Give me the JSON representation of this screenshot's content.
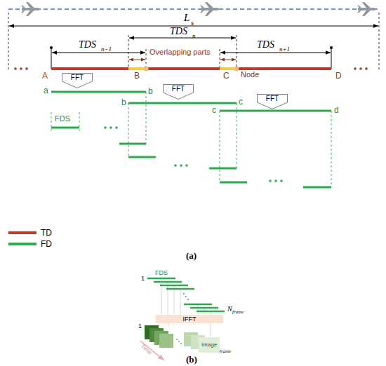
{
  "diagram": {
    "nodes": [
      {
        "text": [
          "FFT"
        ]
      },
      {
        "text": [
          "FFT"
        ]
      },
      {
        "text": [
          "FFT"
        ]
      },
      {
        "text": [
          "IFFT"
        ]
      },
      {
        "text": [
          "Image"
        ]
      }
    ],
    "labels": [
      "L",
      "s",
      "TDS",
      "n−1",
      "TDS",
      "n",
      "Overlapping parts",
      "TDS",
      "n+1",
      "A",
      "B",
      "C",
      "Node",
      "D",
      "a",
      "b",
      "b",
      "c",
      "c",
      "d",
      "FDS",
      "(a)",
      "FDS",
      "1",
      "N",
      "frame",
      "1",
      "Time",
      "N",
      "frame",
      "(b)"
    ],
    "legend": [
      {
        "text": "TD",
        "color": "#c0392b"
      },
      {
        "text": "FD",
        "color": "#2eaa4f"
      }
    ]
  }
}
